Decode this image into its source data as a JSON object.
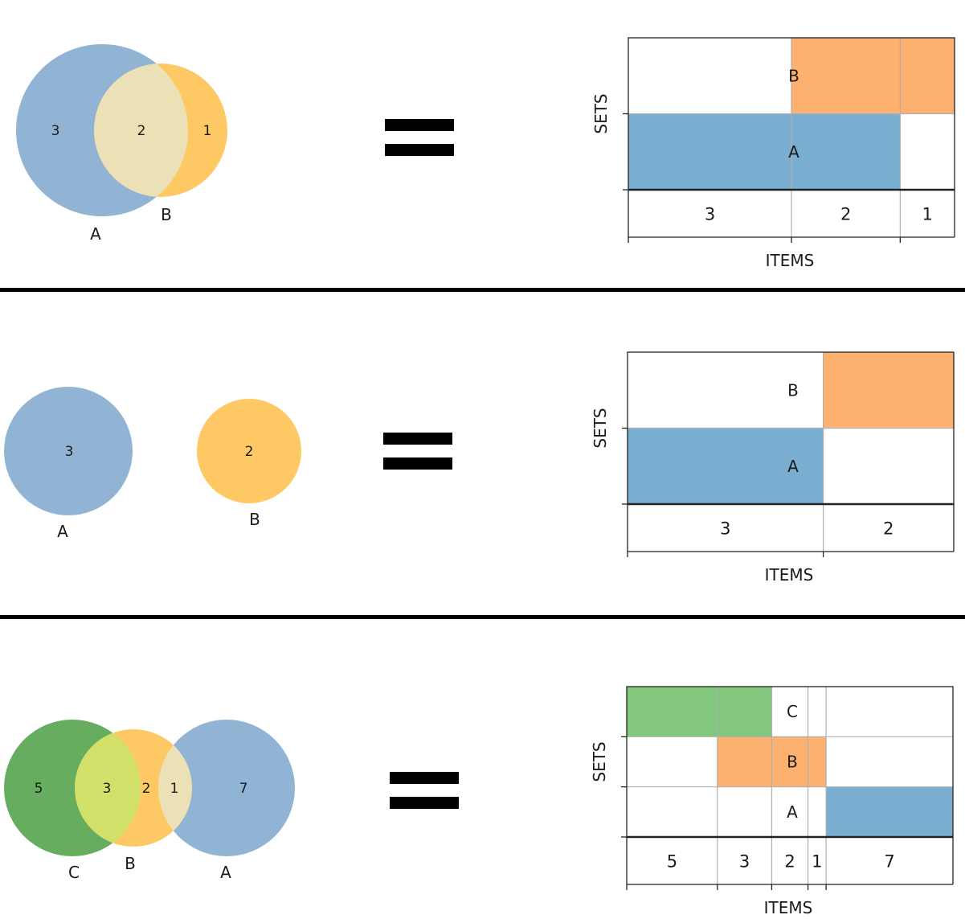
{
  "colors": {
    "venn_a": "#92b4d4",
    "venn_b": "#fec965",
    "venn_c": "#67ad5f",
    "venn_ab": "#ece1b6",
    "venn_bc": "#d1e068",
    "cell_a": "#7aaed1",
    "cell_b": "#fdb170",
    "cell_c": "#83c67e"
  },
  "examples": [
    {
      "venn": {
        "region_counts": [
          "3",
          "2",
          "1"
        ],
        "set_labels": [
          "A",
          "B"
        ]
      },
      "equals": "=",
      "chart": {
        "type": "table",
        "xlabel": "ITEMS",
        "ylabel": "SETS",
        "sets": [
          "A",
          "B"
        ],
        "columns": [
          {
            "count": "3",
            "sets": [
              "A"
            ]
          },
          {
            "count": "2",
            "sets": [
              "A",
              "B"
            ]
          },
          {
            "count": "1",
            "sets": [
              "B"
            ]
          }
        ]
      }
    },
    {
      "venn": {
        "region_counts": [
          "3",
          "2"
        ],
        "set_labels": [
          "A",
          "B"
        ]
      },
      "equals": "=",
      "chart": {
        "type": "table",
        "xlabel": "ITEMS",
        "ylabel": "SETS",
        "sets": [
          "A",
          "B"
        ],
        "columns": [
          {
            "count": "3",
            "sets": [
              "A"
            ]
          },
          {
            "count": "2",
            "sets": [
              "B"
            ]
          }
        ]
      }
    },
    {
      "venn": {
        "region_counts": [
          "5",
          "3",
          "2",
          "1",
          "7"
        ],
        "set_labels": [
          "C",
          "B",
          "A"
        ]
      },
      "equals": "=",
      "chart": {
        "type": "table",
        "xlabel": "ITEMS",
        "ylabel": "SETS",
        "sets": [
          "A",
          "B",
          "C"
        ],
        "columns": [
          {
            "count": "5",
            "sets": [
              "C"
            ]
          },
          {
            "count": "3",
            "sets": [
              "B",
              "C"
            ]
          },
          {
            "count": "2",
            "sets": [
              "B"
            ]
          },
          {
            "count": "1",
            "sets": [
              "B"
            ]
          },
          {
            "count": "7",
            "sets": [
              "A"
            ]
          }
        ]
      }
    }
  ]
}
